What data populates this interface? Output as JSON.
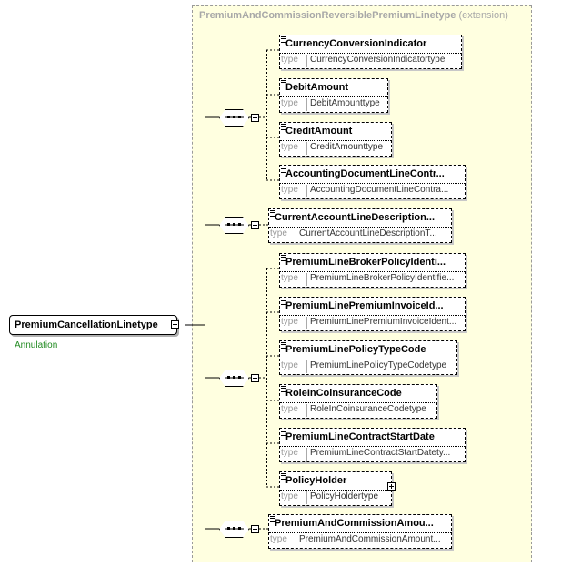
{
  "extension": {
    "title": "PremiumAndCommissionReversiblePremiumLinetype",
    "tag": "(extension)"
  },
  "root": {
    "name": "PremiumCancellationLinetype",
    "annotation": "Annulation"
  },
  "type_label": "type",
  "elements": [
    {
      "name": "CurrencyConversionIndicator",
      "type": "CurrencyConversionIndicatortype"
    },
    {
      "name": "DebitAmount",
      "type": "DebitAmounttype"
    },
    {
      "name": "CreditAmount",
      "type": "CreditAmounttype"
    },
    {
      "name": "AccountingDocumentLineContr...",
      "type": "AccountingDocumentLineContra..."
    },
    {
      "name": "CurrentAccountLineDescription...",
      "type": "CurrentAccountLineDescriptionT..."
    },
    {
      "name": "PremiumLineBrokerPolicyIdenti...",
      "type": "PremiumLineBrokerPolicyIdentifie..."
    },
    {
      "name": "PremiumLinePremiumInvoiceId...",
      "type": "PremiumLinePremiumInvoiceIdent..."
    },
    {
      "name": "PremiumLinePolicyTypeCode",
      "type": "PremiumLinePolicyTypeCodetype"
    },
    {
      "name": "RoleInCoinsuranceCode",
      "type": "RoleInCoinsuranceCodetype"
    },
    {
      "name": "PremiumLineContractStartDate",
      "type": "PremiumLineContractStartDatety..."
    },
    {
      "name": "PolicyHolder",
      "type": "PolicyHoldertype"
    },
    {
      "name": "PremiumAndCommissionAmou...",
      "type": "PremiumAndCommissionAmount..."
    }
  ]
}
